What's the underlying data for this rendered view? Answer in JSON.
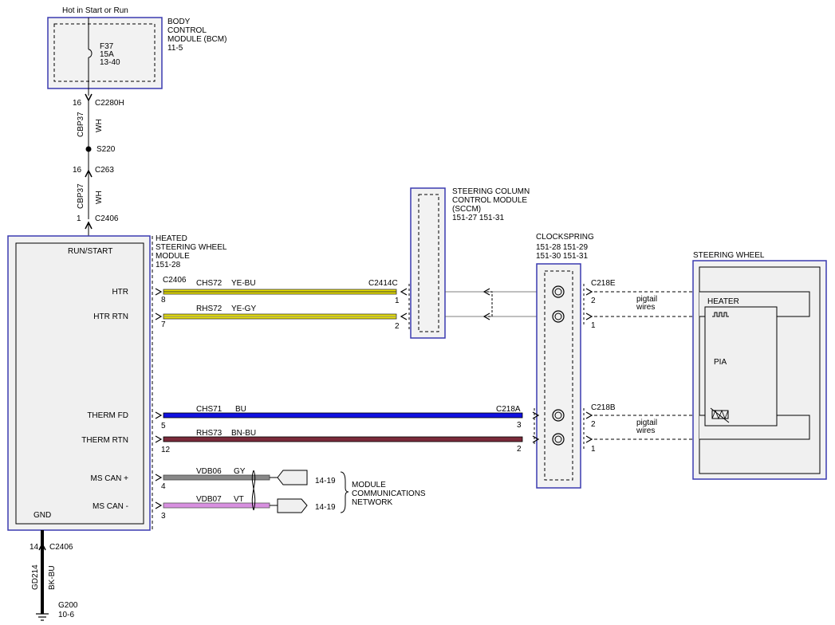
{
  "power": {
    "supply_label": "Hot in Start or Run",
    "bcm_line1": "BODY",
    "bcm_line2": "CONTROL",
    "bcm_line3": "MODULE (BCM)",
    "bcm_ref": "11-5",
    "fuse_name": "F37",
    "fuse_rating": "15A",
    "fuse_ref": "13-40"
  },
  "feed": {
    "pin_16a": "16",
    "conn_c2280h": "C2280H",
    "circuit_a": "CBP37",
    "color_a": "WH",
    "splice": "S220",
    "pin_16b": "16",
    "conn_c263": "C263",
    "circuit_b": "CBP37",
    "color_b": "WH",
    "pin_1": "1",
    "conn_c2406_top": "C2406"
  },
  "hsw_module": {
    "title_line1": "HEATED",
    "title_line2": "STEERING WHEEL",
    "title_line3": "MODULE",
    "ref": "151-28",
    "run_start": "RUN/START",
    "gnd": "GND",
    "conn": "C2406",
    "pins": [
      {
        "label": "HTR",
        "num": "8",
        "circuit": "CHS72",
        "color": "YE-BU"
      },
      {
        "label": "HTR RTN",
        "num": "7",
        "circuit": "RHS72",
        "color": "YE-GY"
      },
      {
        "label": "THERM FD",
        "num": "5",
        "circuit": "CHS71",
        "color": "BU"
      },
      {
        "label": "THERM RTN",
        "num": "12",
        "circuit": "RHS73",
        "color": "BN-BU"
      },
      {
        "label": "MS CAN +",
        "num": "4",
        "circuit": "VDB06",
        "color": "GY"
      },
      {
        "label": "MS CAN -",
        "num": "3",
        "circuit": "VDB07",
        "color": "VT"
      }
    ]
  },
  "sccm": {
    "line1": "STEERING COLUMN",
    "line2": "CONTROL MODULE",
    "line3": "(SCCM)",
    "refs": "151-27  151-31",
    "conn": "C2414C",
    "pin1": "1",
    "pin2": "2"
  },
  "clockspring": {
    "title": "CLOCKSPRING",
    "refs1": "151-28  151-29",
    "refs2": "151-30  151-31",
    "conn_a": "C218A",
    "pin3": "3",
    "pin2": "2",
    "conn_e": "C218E",
    "e_pin2": "2",
    "e_pin1": "1",
    "conn_b": "C218B",
    "b_pin2": "2",
    "b_pin1": "1",
    "pigtail1": "pigtail",
    "pigtail2": "wires"
  },
  "steering_wheel": {
    "title": "STEERING WHEEL",
    "heater": "HEATER",
    "pia": "PIA"
  },
  "network": {
    "ref_a": "14-19",
    "ref_b": "14-19",
    "line1": "MODULE",
    "line2": "COMMUNICATIONS",
    "line3": "NETWORK"
  },
  "ground": {
    "pin": "14",
    "conn": "C2406",
    "circuit": "GD214",
    "color": "BK-BU",
    "name": "G200",
    "ref": "10-6"
  },
  "colors": {
    "box_border": "#3a3ab0",
    "wire_yellow": "#e8e000",
    "wire_blue": "#1010e0",
    "wire_brown": "#7a2a3a",
    "wire_gray": "#888888",
    "wire_violet": "#d890e0"
  }
}
